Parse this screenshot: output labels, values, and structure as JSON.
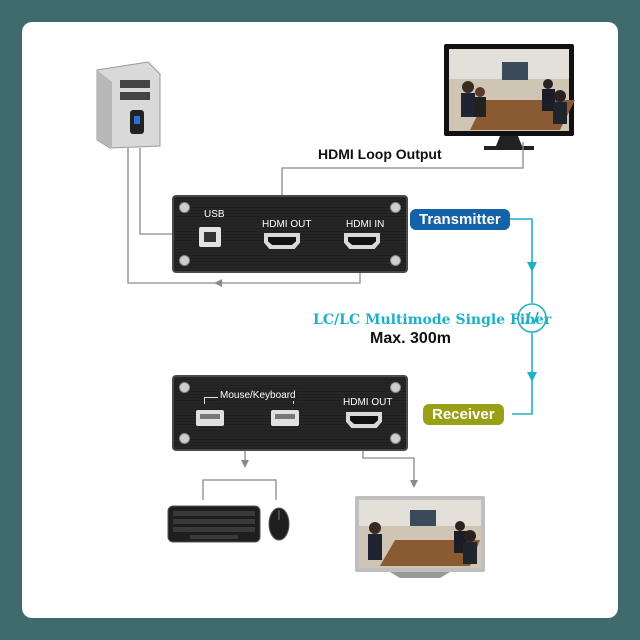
{
  "labels": {
    "hdmi_loop": "HDMI Loop Output",
    "transmitter": "Transmitter",
    "receiver": "Receiver",
    "fiber": "LC/LC Multimode Single Fiber",
    "distance": "Max. 300m"
  },
  "transmitter_ports": {
    "usb": "USB",
    "hdmi_out": "HDMI OUT",
    "hdmi_in": "HDMI IN"
  },
  "receiver_ports": {
    "mouse_keyboard": "Mouse/Keyboard",
    "hdmi_out": "HDMI OUT"
  },
  "colors": {
    "frame": "#3f6b6c",
    "transmitter_badge": "#1463a8",
    "receiver_badge": "#9aa016",
    "fiber_line": "#1fb0c9"
  },
  "icons": [
    "pc-tower-icon",
    "monitor-icon",
    "tv-icon",
    "keyboard-icon",
    "mouse-icon",
    "fiber-coupler-icon"
  ]
}
